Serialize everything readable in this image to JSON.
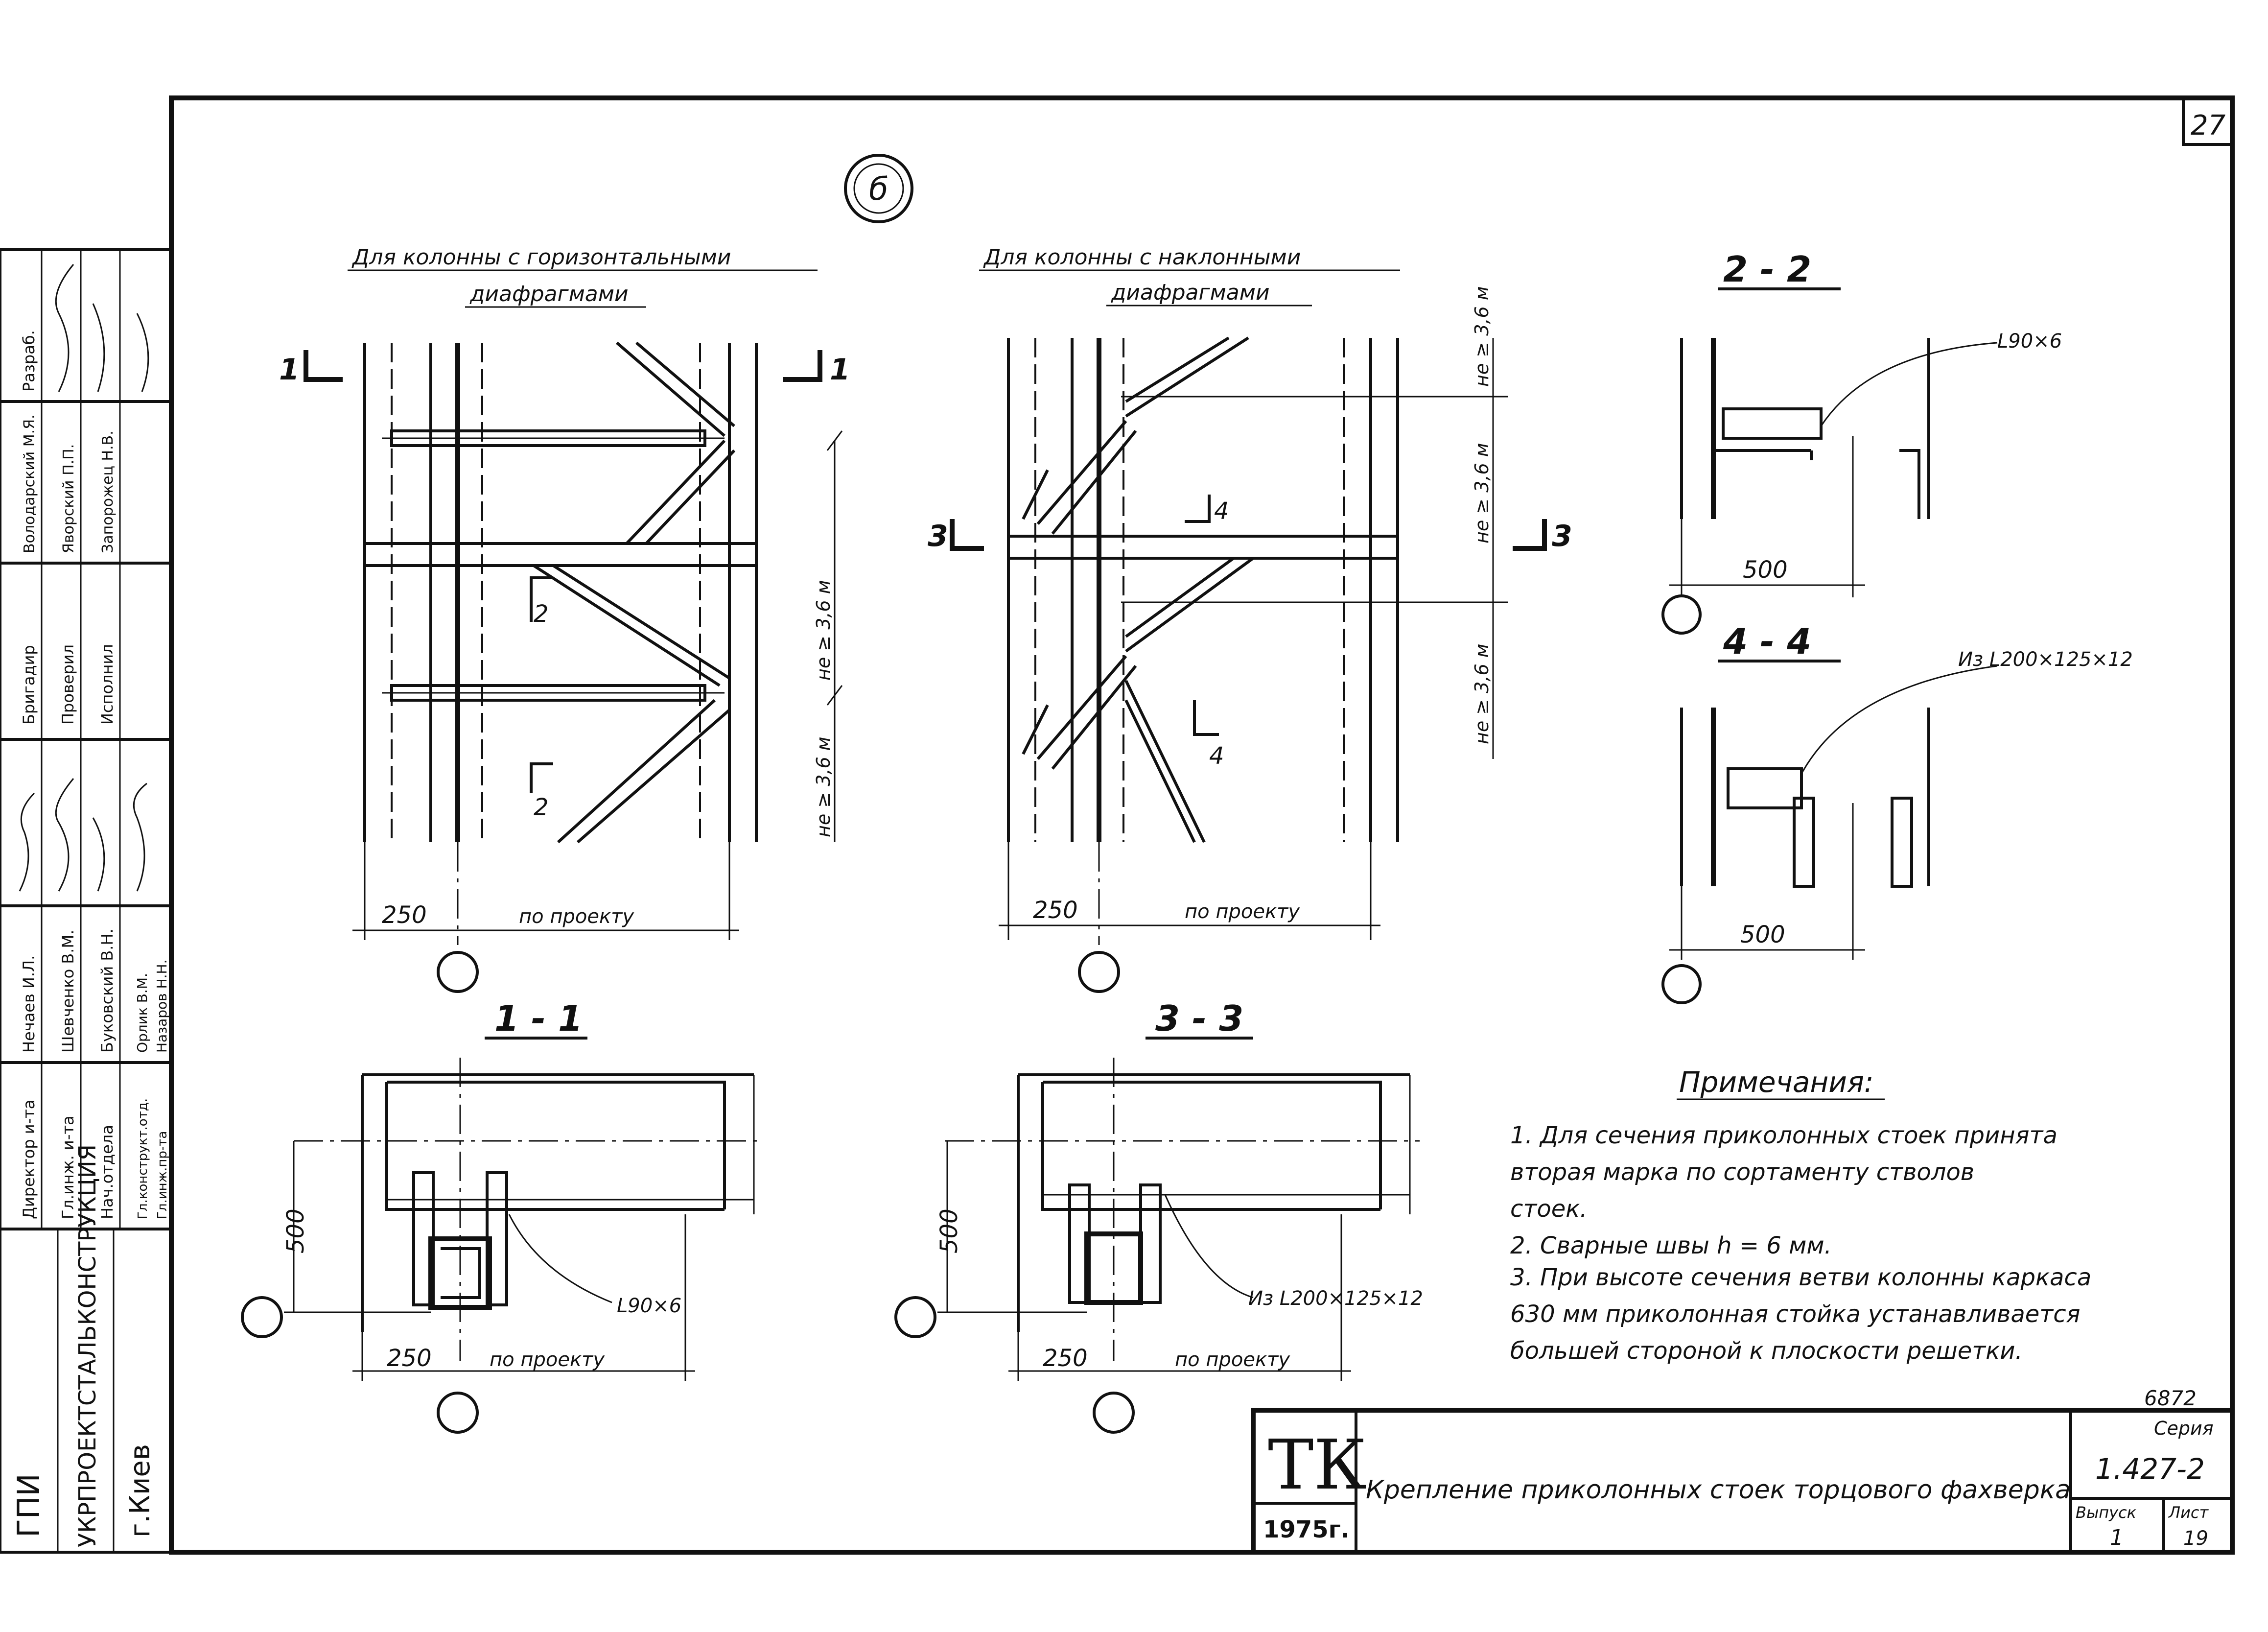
{
  "sheet_number": "27",
  "detail_mark": "б",
  "views": {
    "horizontal": {
      "title_line1": "Для колонны с горизонтальными",
      "title_line2": "диафрагмами",
      "section_marks": [
        "1",
        "1"
      ],
      "section_arrow_a": "2",
      "section_arrow_b": "2",
      "dim_height_top": "не ≥ 3,6 м",
      "dim_height_bottom": "не ≥ 3,6 м",
      "dim_left": "250",
      "dim_right": "по проекту"
    },
    "inclined": {
      "title_line1": "Для колонны с наклонными",
      "title_line2": "диафрагмами",
      "section_marks": [
        "3",
        "3"
      ],
      "section_arrow_a": "4",
      "section_arrow_b": "4",
      "dim_height_1": "не ≥ 3,6 м",
      "dim_height_2": "не ≥ 3,6 м",
      "dim_height_3": "не ≥ 3,6 м",
      "dim_left": "250",
      "dim_right": "по проекту"
    }
  },
  "sections": {
    "s22": {
      "label": "2 - 2",
      "callout": "L90×6",
      "dim": "500"
    },
    "s44": {
      "label": "4 - 4",
      "callout": "Из L200×125×12",
      "dim": "500"
    },
    "s11": {
      "label": "1 - 1",
      "callout": "L90×6",
      "dim_v": "500",
      "dim_left": "250",
      "dim_right": "по проекту"
    },
    "s33": {
      "label": "3 - 3",
      "callout": "Из L200×125×12",
      "dim_v": "500",
      "dim_left": "250",
      "dim_right": "по проекту"
    }
  },
  "notes": {
    "heading": "Примечания:",
    "lines": [
      "1. Для сечения приколонных стоек принята",
      "вторая марка по сортаменту стволов",
      "стоек.",
      "2. Сварные швы h = 6 мм.",
      "3. При высоте сечения ветви колонны каркаса",
      "630 мм приколонная стойка устанавливается",
      "большей стороной к плоскости решетки."
    ]
  },
  "title_block": {
    "logo": "ТК",
    "year": "1975г.",
    "title": "Крепление приколонных стоек торцового фахверка",
    "doc_number": "6872",
    "series_label": "Серия",
    "series": "1.427-2",
    "issue_label": "Выпуск",
    "issue": "1",
    "sheet_label": "Лист",
    "sheet": "19"
  },
  "side_stamp": {
    "org_line1": "ГПИ",
    "org_line2": "УКРПРОЕКТСТАЛЬКОНСТРУКЦИЯ",
    "org_line3": "г.Киев",
    "roles": [
      "Директор и-та",
      "Гл.инж. и-та",
      "Нач.отдела",
      "Гл.конструкт.отд.",
      "Гл.инж.пр-та"
    ],
    "names": [
      "Нечаев И.Л.",
      "Шевченко В.М.",
      "Буковский В.Н.",
      "Орлик В.М.",
      "Назаров Н.Н."
    ],
    "cols": [
      "Бригадир",
      "Проверил",
      "Исполнил"
    ],
    "people": [
      "Володарский М.Я.",
      "Яворский П.П.",
      "Запорожец Н.В."
    ],
    "top": "Разраб."
  }
}
